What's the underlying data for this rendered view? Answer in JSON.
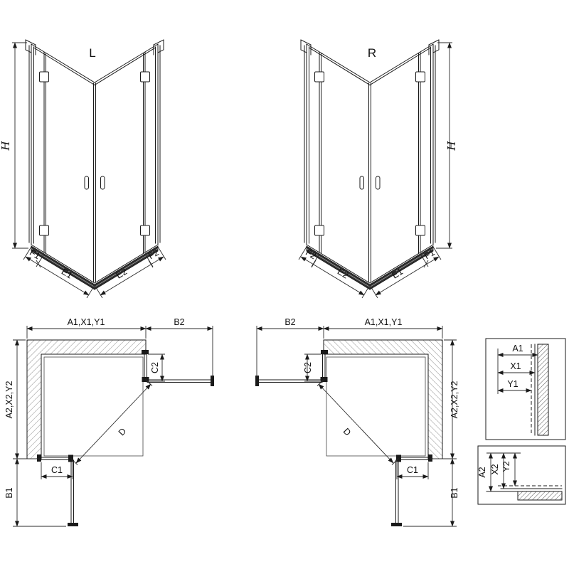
{
  "drawing": {
    "type": "shower-enclosure-technical-drawing",
    "colors": {
      "line": "#1a1a1a",
      "background": "#ffffff",
      "bottom_rail": "#2e2e2e"
    }
  },
  "perspective": {
    "left": {
      "label": "L",
      "height": "H",
      "f1": "F1",
      "e1": "E1",
      "e2": "E2",
      "f2": "F2"
    },
    "right": {
      "label": "R",
      "height": "H",
      "f1": "F1",
      "e1": "E1",
      "e2": "E2",
      "f2": "F2"
    }
  },
  "plan": {
    "left": {
      "width": "A1,X1,Y1",
      "depth": "A2,X2,Y2",
      "door_side": "B2",
      "door_front": "B1",
      "fixed_side": "C2",
      "fixed_front": "C1",
      "diagonal": "D"
    },
    "right": {
      "width": "A1,X1,Y1",
      "depth": "A2,X2,Y2",
      "door_side": "B2",
      "door_front": "B1",
      "fixed_side": "C2",
      "fixed_front": "C1",
      "diagonal": "D"
    }
  },
  "detail": {
    "wall_profile": {
      "a": "A1",
      "x": "X1",
      "y": "Y1"
    },
    "floor_profile": {
      "a": "A2",
      "x": "X2",
      "y": "Y2"
    }
  }
}
